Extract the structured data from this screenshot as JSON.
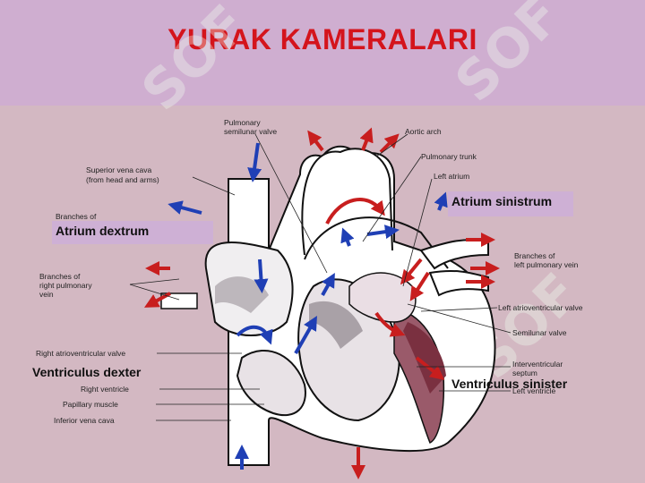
{
  "slide": {
    "title": "YURAK KAMERALARI"
  },
  "watermark": {
    "text": "SOF"
  },
  "labels": {
    "pulmonary_semilunar_valve": [
      "Pulmonary",
      "semilunar valve"
    ],
    "aortic_arch": "Aortic arch",
    "pulmonary_trunk": "Pulmonary trunk",
    "left_atrium": "Left atrium",
    "superior_vena_cava": [
      "Superior vena cava",
      "(from head and arms)"
    ],
    "branches_right_pulmonary_artery": "Branches of",
    "branches_right_pulmonary_vein": [
      "Branches of",
      "right pulmonary",
      "vein"
    ],
    "branches_left_pulmonary_vein": [
      "Branches of",
      "left pulmonary vein"
    ],
    "left_av_valve": "Left atrioventricular valve",
    "semilunar_valve": "Semilunar valve",
    "right_av_valve": "Right atrioventricular valve",
    "interventricular_septum": [
      "Interventricular",
      "septum"
    ],
    "right_ventricle": "Right ventricle",
    "left_ventricle": "Left ventricle",
    "papillary_muscle": "Papillary muscle",
    "inferior_vena_cava": "Inferior vena cava"
  },
  "latin": {
    "atrium_dextrum": "Atrium dextrum",
    "atrium_sinistrum": "Atrium sinistrum",
    "ventriculus_dexter": "Ventriculus dexter",
    "ventriculus_sinister": "Ventriculus sinister"
  },
  "colors": {
    "title": "#d4141c",
    "header_bg": "#cfaed0",
    "body_bg": "#d3b8c2",
    "blue_arrow": "#1f3fb5",
    "red_arrow": "#c81e1e"
  }
}
